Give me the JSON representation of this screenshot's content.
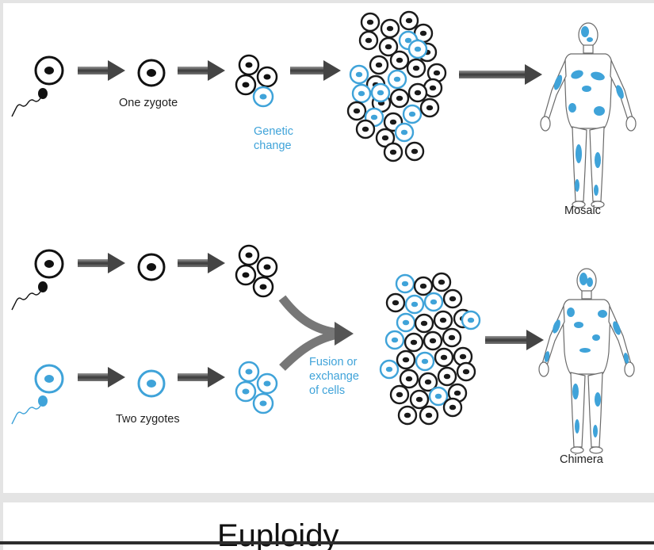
{
  "diagram": {
    "label_one_zygote": "One zygote",
    "label_genetic_change_line1": "Genetic",
    "label_genetic_change_line2": "change",
    "label_mosaic": "Mosaic",
    "label_two_zygotes": "Two zygotes",
    "label_fusion_line1": "Fusion or",
    "label_fusion_line2": "exchange",
    "label_fusion_line3": "of cells",
    "label_chimera": "Chimera",
    "colors": {
      "black_lineage": "#1a1a1a",
      "blue_lineage": "#3fa3d9",
      "arrow": "#4a4a4a"
    }
  },
  "next_slide": {
    "title": "Euploidy"
  }
}
